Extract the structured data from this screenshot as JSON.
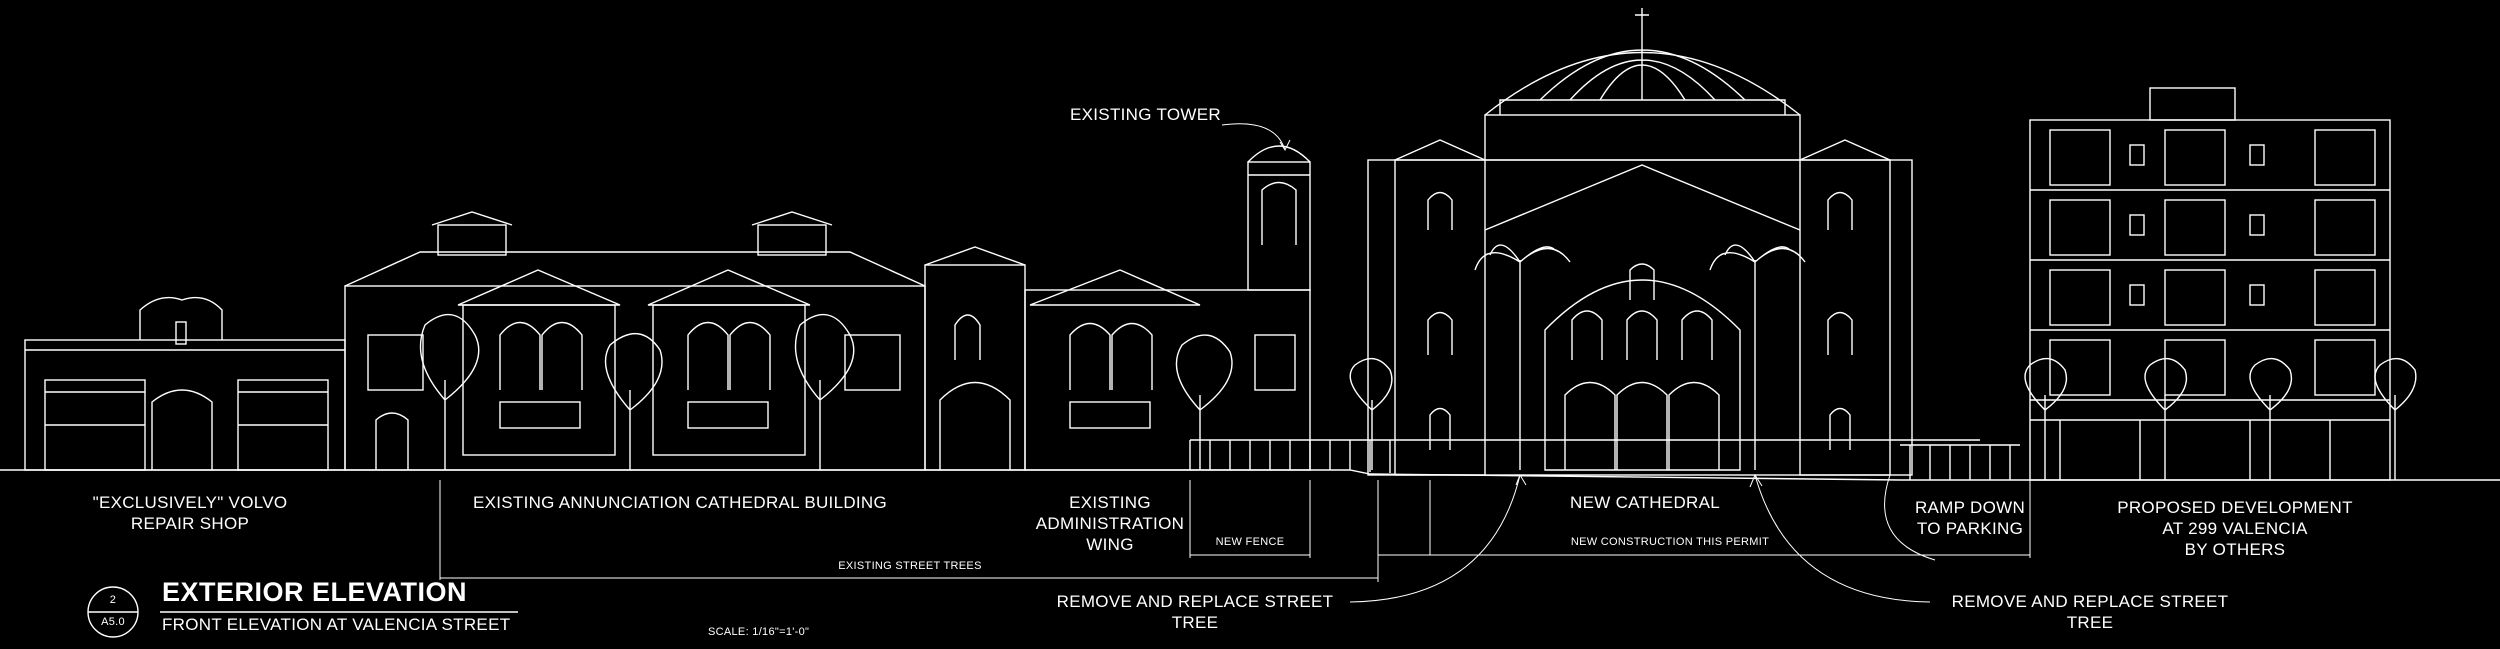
{
  "labels": {
    "existing_tower": "EXISTING TOWER",
    "volvo_shop": "\"EXCLUSIVELY\" VOLVO\nREPAIR SHOP",
    "annunciation": "EXISTING ANNUNCIATION CATHEDRAL BUILDING",
    "admin_wing": "EXISTING\nADMINISTRATION\nWING",
    "new_fence": "NEW FENCE",
    "new_cathedral": "NEW CATHEDRAL",
    "new_construction": "NEW CONSTRUCTION THIS PERMIT",
    "ramp": "RAMP DOWN\nTO PARKING",
    "proposed": "PROPOSED DEVELOPMENT\nAT 299 VALENCIA\nBY OTHERS",
    "street_trees": "EXISTING STREET TREES",
    "remove_tree_left": "REMOVE AND REPLACE STREET TREE",
    "remove_tree_right": "REMOVE AND REPLACE STREET TREE"
  },
  "title_block": {
    "title": "EXTERIOR ELEVATION",
    "subtitle": "FRONT ELEVATION AT VALENCIA STREET",
    "detail_number": "2",
    "sheet_number": "A5.0",
    "scale": "SCALE:   1/16\"=1'-0\""
  },
  "colors": {
    "background": "#000000",
    "linework": "#ffffff"
  }
}
